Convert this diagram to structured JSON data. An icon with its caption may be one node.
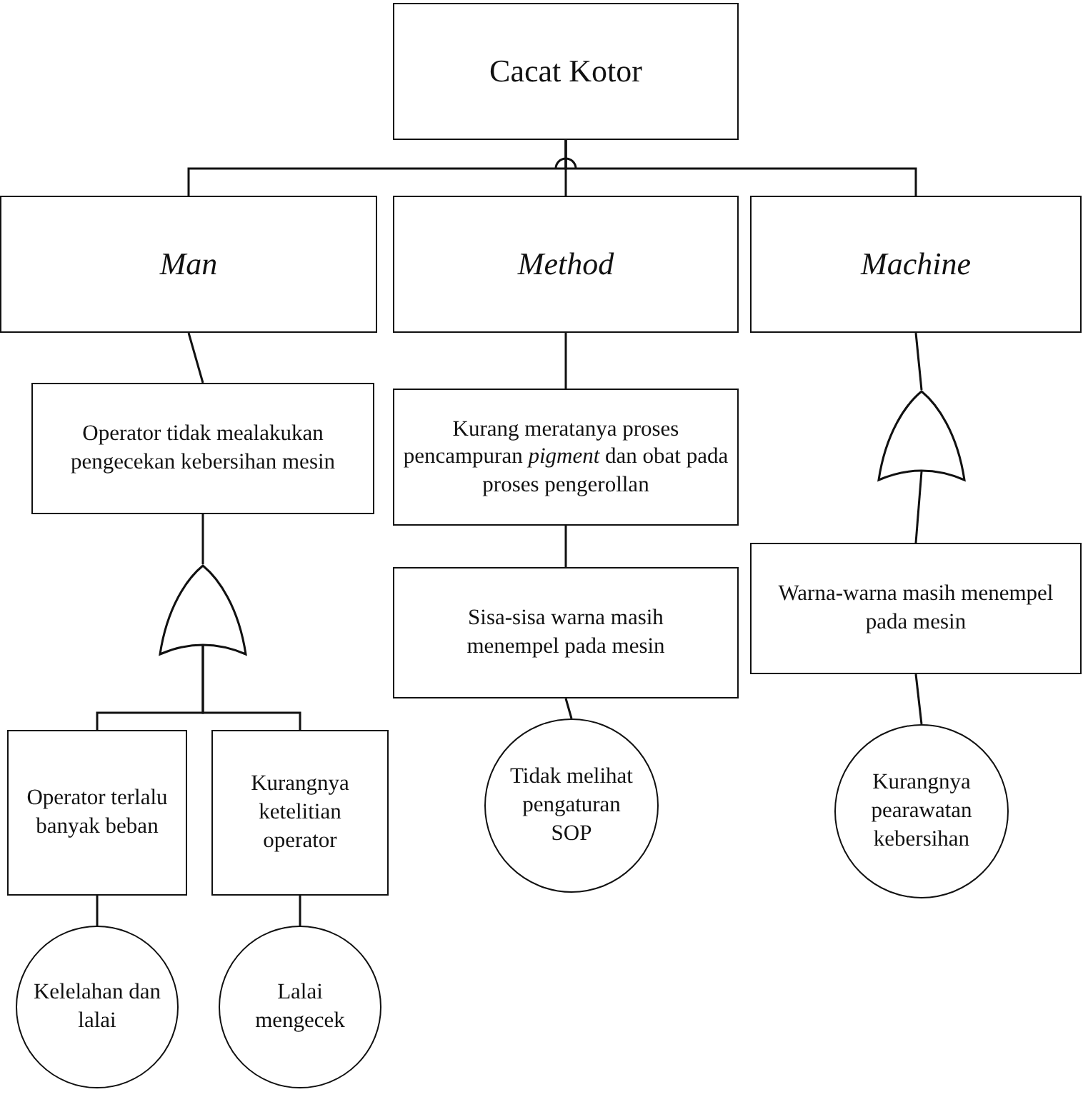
{
  "diagram": {
    "nodes": [
      {
        "text": [
          "Cacat Kotor"
        ]
      },
      {
        "text": [
          "Man"
        ]
      },
      {
        "text": [
          "Method"
        ]
      },
      {
        "text": [
          "Machine"
        ]
      },
      {
        "text": [
          "Operator tidak mealakukan pengecekan kebersihan mesin"
        ]
      },
      {
        "text": [
          "Kurang meratanya proses pencampuran *pigment* dan obat pada proses pengerollan"
        ]
      },
      {
        "text": [],
        "shape": "gate"
      },
      {
        "text": [],
        "shape": "gate"
      },
      {
        "text": [
          "Sisa-sisa warna masih menempel pada mesin"
        ]
      },
      {
        "text": [
          "Warna-warna masih menempel pada mesin"
        ]
      },
      {
        "text": [
          "Operator terlalu banyak beban"
        ]
      },
      {
        "text": [
          "Kurangnya ketelitian operator"
        ]
      },
      {
        "text": [
          "Tidak melihat pengaturan SOP"
        ]
      },
      {
        "text": [
          "Kurangnya pearawatan kebersihan"
        ]
      },
      {
        "text": [
          "Kelelahan dan lalai"
        ]
      },
      {
        "text": [
          "Lalai mengecek"
        ]
      }
    ],
    "edges": [
      {
        "from": 0,
        "to": 1,
        "arrow": "none"
      },
      {
        "from": 0,
        "to": 2,
        "arrow": "none"
      },
      {
        "from": 0,
        "to": 3,
        "arrow": "none"
      },
      {
        "from": 1,
        "to": 4,
        "arrow": "none"
      },
      {
        "from": 2,
        "to": 5,
        "arrow": "none"
      },
      {
        "from": 3,
        "to": 7,
        "arrow": "none"
      },
      {
        "from": 4,
        "to": 6,
        "arrow": "none"
      },
      {
        "from": 5,
        "to": 8,
        "arrow": "none"
      },
      {
        "from": 7,
        "to": 9,
        "arrow": "none"
      },
      {
        "from": 6,
        "to": 10,
        "arrow": "none"
      },
      {
        "from": 6,
        "to": 11,
        "arrow": "none"
      },
      {
        "from": 8,
        "to": 12,
        "arrow": "none"
      },
      {
        "from": 9,
        "to": 13,
        "arrow": "none"
      },
      {
        "from": 10,
        "to": 14,
        "arrow": "none"
      },
      {
        "from": 11,
        "to": 15,
        "arrow": "none"
      }
    ]
  }
}
